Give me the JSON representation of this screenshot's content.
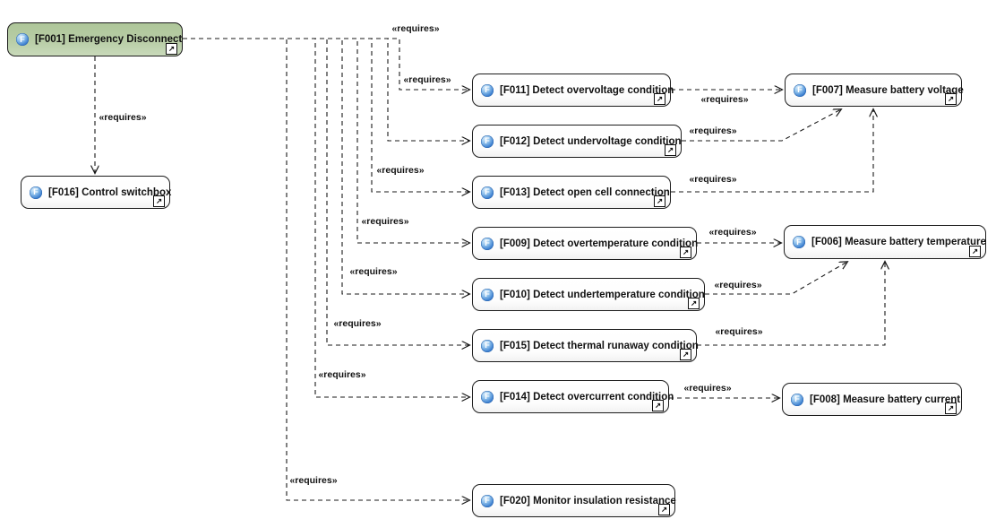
{
  "icons": {
    "function_letter": "F",
    "link_glyph": "↗"
  },
  "colors": {
    "background": "#ffffff",
    "node_fill": "#ffffff",
    "node_green_fill": "#b8cda6",
    "node_border": "#1c1c1c",
    "function_icon_blue": "#3c7fd0",
    "connector": "#1a1a1a"
  },
  "nodes": [
    {
      "id": "F001",
      "label": "[F001] Emergency Disconnect"
    },
    {
      "id": "F016",
      "label": "[F016] Control switchbox"
    },
    {
      "id": "F011",
      "label": "[F011] Detect overvoltage condition"
    },
    {
      "id": "F012",
      "label": "[F012] Detect undervoltage condition"
    },
    {
      "id": "F013",
      "label": "[F013] Detect open cell connection"
    },
    {
      "id": "F009",
      "label": "[F009] Detect overtemperature condition"
    },
    {
      "id": "F010",
      "label": "[F010] Detect undertemperature condition"
    },
    {
      "id": "F015",
      "label": "[F015] Detect thermal runaway condition"
    },
    {
      "id": "F014",
      "label": "[F014] Detect overcurrent condition"
    },
    {
      "id": "F020",
      "label": "[F020] Monitor insulation resistance"
    },
    {
      "id": "F007",
      "label": "[F007] Measure battery voltage"
    },
    {
      "id": "F006",
      "label": "[F006] Measure battery temperature"
    },
    {
      "id": "F008",
      "label": "[F008] Measure battery current"
    }
  ],
  "edges": [
    {
      "from": "F001",
      "to": "F016",
      "stereotype": "«requires»"
    },
    {
      "from": "F001",
      "to": "F011",
      "stereotype": "«requires»"
    },
    {
      "from": "F001",
      "to": "F012",
      "stereotype": "«requires»"
    },
    {
      "from": "F001",
      "to": "F013",
      "stereotype": "«requires»"
    },
    {
      "from": "F001",
      "to": "F009",
      "stereotype": "«requires»"
    },
    {
      "from": "F001",
      "to": "F010",
      "stereotype": "«requires»"
    },
    {
      "from": "F001",
      "to": "F015",
      "stereotype": "«requires»"
    },
    {
      "from": "F001",
      "to": "F014",
      "stereotype": "«requires»"
    },
    {
      "from": "F001",
      "to": "F020",
      "stereotype": "«requires»"
    },
    {
      "from": "F011",
      "to": "F007",
      "stereotype": "«requires»"
    },
    {
      "from": "F012",
      "to": "F007",
      "stereotype": "«requires»"
    },
    {
      "from": "F013",
      "to": "F007",
      "stereotype": "«requires»"
    },
    {
      "from": "F009",
      "to": "F006",
      "stereotype": "«requires»"
    },
    {
      "from": "F010",
      "to": "F006",
      "stereotype": "«requires»"
    },
    {
      "from": "F015",
      "to": "F006",
      "stereotype": "«requires»"
    },
    {
      "from": "F014",
      "to": "F008",
      "stereotype": "«requires»"
    }
  ]
}
